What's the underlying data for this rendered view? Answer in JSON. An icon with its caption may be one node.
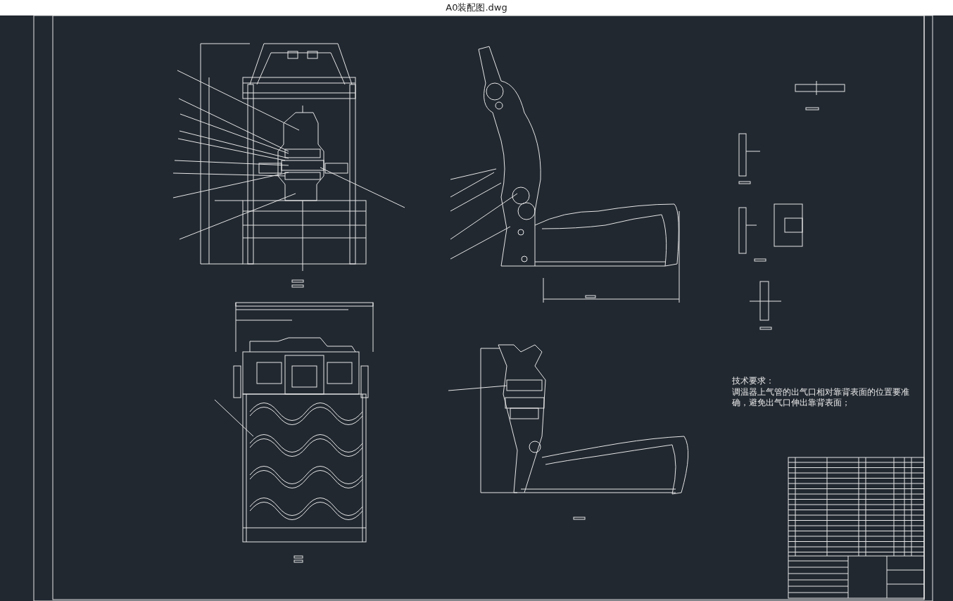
{
  "diagram": {
    "title": "A0装配图.dwg",
    "labels": [
      "技术要求：",
      "调温器上气管的出气口相对靠背表面的位置要准确，避免出气口伸出靠背表面；"
    ]
  }
}
